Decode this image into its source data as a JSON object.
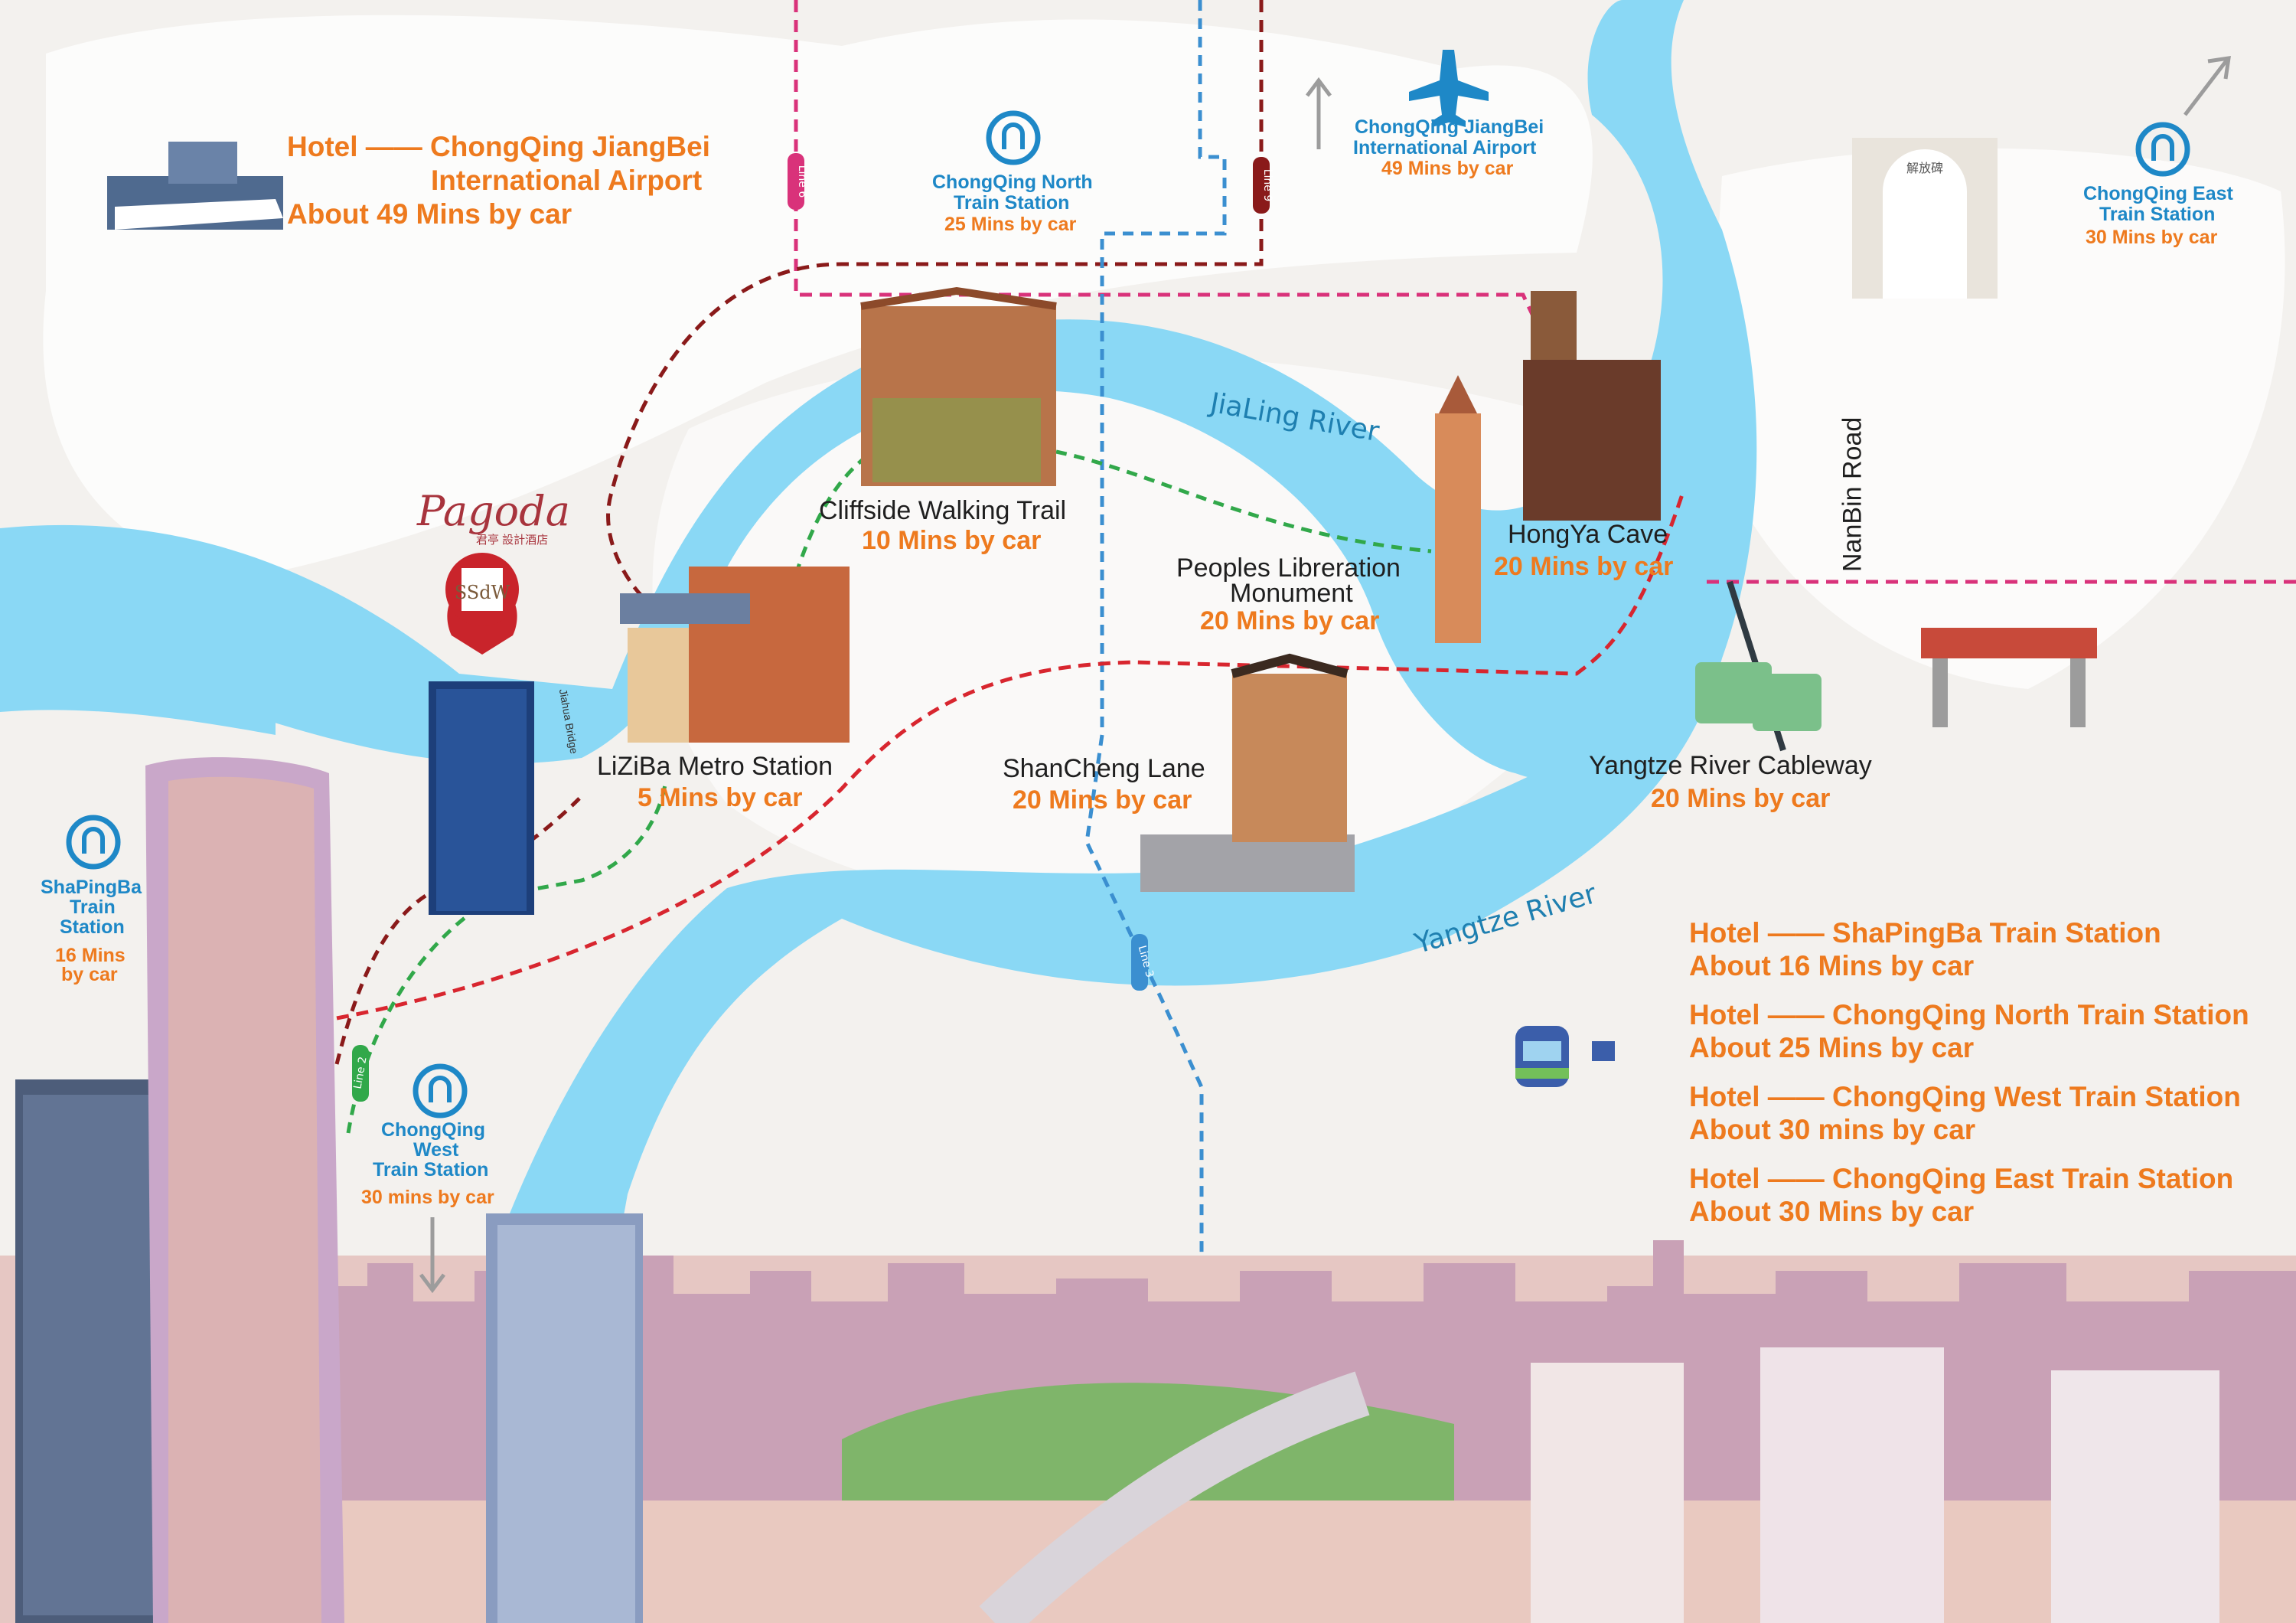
{
  "colors": {
    "river": "#8ad8f5",
    "land": "#f3f1ee",
    "island": "#ffffff",
    "accent_orange": "#ee7a1e",
    "station_blue": "#1e88c7",
    "line_red": "#d8262f",
    "line_green": "#31a84a",
    "line_magenta": "#d9327a",
    "line_maroon": "#8a1a1a",
    "line_blue": "#3b8fd0"
  },
  "hotel": {
    "brand": "Pagoda",
    "brand_sub": "君亭 設計酒店",
    "marker_letters": "SSdW"
  },
  "airport_callout": {
    "line1": "Hotel —— ChongQing JiangBei",
    "line2": "International Airport",
    "line3": "About 49 Mins by car"
  },
  "stations": {
    "north": {
      "line1": "ChongQing North",
      "line2": "Train Station",
      "time": "25 Mins by car"
    },
    "airport_top": {
      "line1": "ChongQing JiangBei",
      "line2": "International Airport",
      "time": "49 Mins by car"
    },
    "east": {
      "line1": "ChongQing East",
      "line2": "Train Station",
      "time": "30 Mins by car"
    },
    "shapingba": {
      "line1": "ShaPingBa",
      "line2": "Train",
      "line3": "Station",
      "time1": "16 Mins",
      "time2": "by car"
    },
    "west": {
      "line1": "ChongQing",
      "line2": "West",
      "line3": "Train Station",
      "time": "30 mins  by  car"
    }
  },
  "attractions": {
    "cliffside": {
      "name": "Cliffside Walking Trail",
      "time": "10 Mins by car"
    },
    "liziba": {
      "name": "LiZiBa Metro Station",
      "time": "5 Mins by car"
    },
    "monument": {
      "name1": "Peoples Libreration",
      "name2": "Monument",
      "time": "20 Mins by car"
    },
    "hongya": {
      "name": "HongYa Cave",
      "time": "20 Mins by car"
    },
    "shancheng": {
      "name": "ShanCheng Lane",
      "time": "20 Mins by car"
    },
    "cableway": {
      "name": "Yangtze River Cableway",
      "time": "20 Mins by car"
    }
  },
  "rivers": {
    "jialing": "JiaLing River",
    "yangtze": "Yangtze River"
  },
  "road": {
    "nanbin": "NanBin Road"
  },
  "metro_lines": {
    "line6": "Line 6",
    "line9": "Line 9",
    "line3": "Line 3",
    "line2": "Line 2"
  },
  "bridge": {
    "name": "Jiahua Bridge"
  },
  "gate_sign": "解放碑",
  "legend": [
    {
      "line1": "Hotel —— ShaPingBa Train Station",
      "line2": "About 16 Mins by car"
    },
    {
      "line1": "Hotel —— ChongQing North Train Station",
      "line2": "About 25 Mins by car"
    },
    {
      "line1": "Hotel —— ChongQing  West Train  Station",
      "line2": "About 30 mins  by  car"
    },
    {
      "line1": "Hotel —— ChongQing East Train Station",
      "line2": "About 30 Mins by car"
    }
  ],
  "icons": [
    "airport-icon",
    "plane-icon",
    "railway-logo-icon",
    "train-icon",
    "arrow-up-icon",
    "arrow-down-icon",
    "arrow-diagonal-icon",
    "location-pin-icon"
  ]
}
